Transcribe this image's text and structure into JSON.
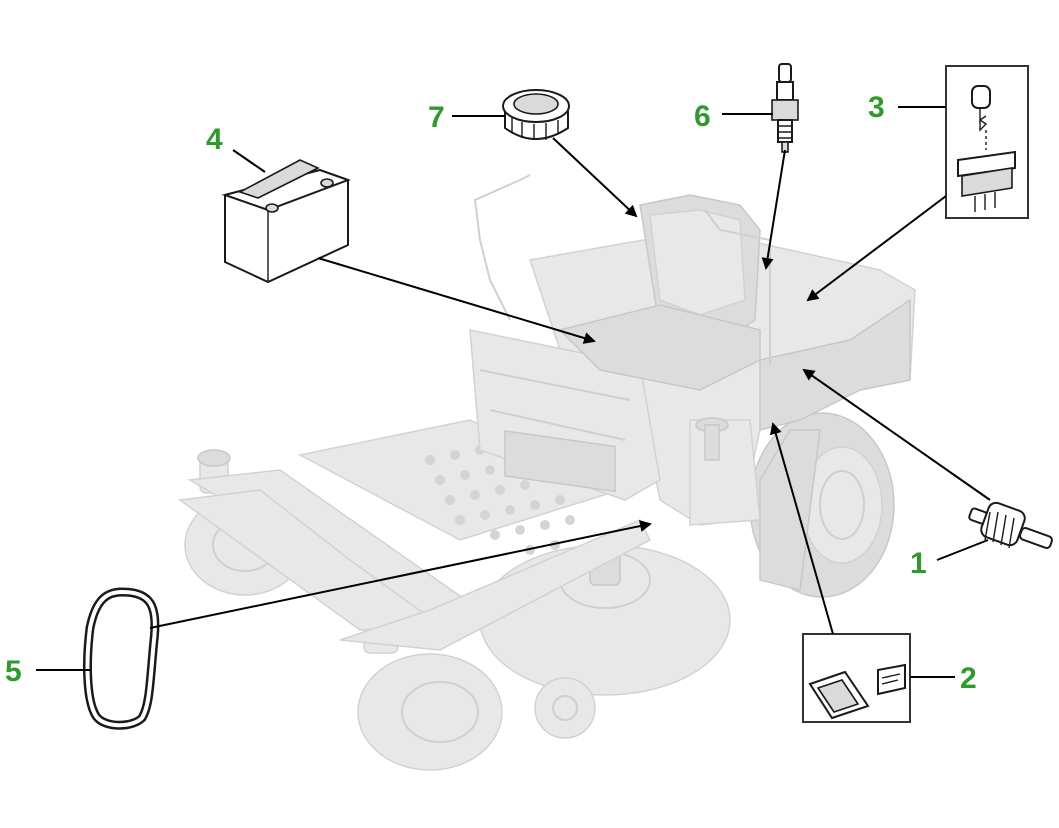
{
  "callouts": [
    {
      "id": "1",
      "label": "1"
    },
    {
      "id": "2",
      "label": "2"
    },
    {
      "id": "3",
      "label": "3"
    },
    {
      "id": "4",
      "label": "4"
    },
    {
      "id": "5",
      "label": "5"
    },
    {
      "id": "6",
      "label": "6"
    },
    {
      "id": "7",
      "label": "7"
    }
  ],
  "colors": {
    "callout_text": "#2e9a2e",
    "ghost_fill": "#e8e8e8",
    "line": "#000000"
  }
}
